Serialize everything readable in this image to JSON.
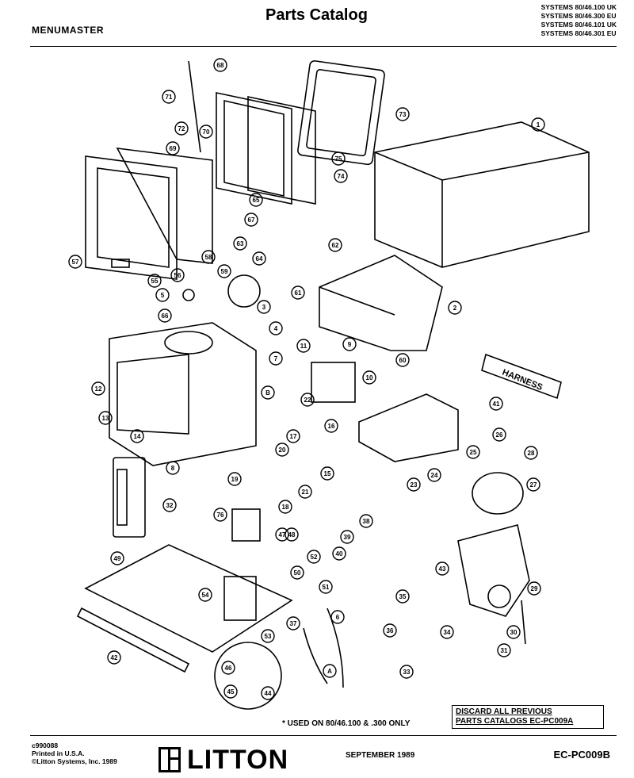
{
  "header": {
    "brand": "MENUMASTER",
    "title": "Parts Catalog",
    "systems": [
      "SYSTEMS 80/46.100 UK",
      "SYSTEMS 80/46.300 EU",
      "SYSTEMS 80/46.101 UK",
      "SYSTEMS 80/46.301 EU"
    ]
  },
  "diagram": {
    "harness_label": "HARNESS",
    "callouts": [
      "1",
      "2",
      "3",
      "4",
      "5",
      "6",
      "7",
      "8",
      "9",
      "10",
      "11",
      "12",
      "13",
      "14",
      "15",
      "16",
      "17",
      "18",
      "19",
      "20",
      "21",
      "22",
      "23",
      "24",
      "25",
      "26",
      "27",
      "28",
      "29",
      "30",
      "31",
      "32",
      "33",
      "34",
      "35",
      "36",
      "37",
      "38",
      "39",
      "40",
      "41",
      "42",
      "43",
      "44",
      "45",
      "46",
      "47",
      "48",
      "49",
      "50",
      "51",
      "52",
      "53",
      "54",
      "55",
      "56",
      "57",
      "58",
      "59",
      "60",
      "61",
      "62",
      "63",
      "64",
      "65",
      "66",
      "67",
      "68",
      "69",
      "70",
      "71",
      "72",
      "73",
      "74",
      "75",
      "76",
      "A",
      "B"
    ]
  },
  "footer": {
    "footnote": "* USED ON 80/46.100 & .300 ONLY",
    "discard_line1": "DISCARD ALL PREVIOUS",
    "discard_line2": "PARTS CATALOGS EC-PC009A",
    "print_line1": "c990088",
    "print_line2": "Printed in U.S.A.",
    "print_line3": "©Litton Systems, Inc. 1989",
    "logo_text": "LITTON",
    "date": "SEPTEMBER 1989",
    "code": "EC-PC009B"
  }
}
